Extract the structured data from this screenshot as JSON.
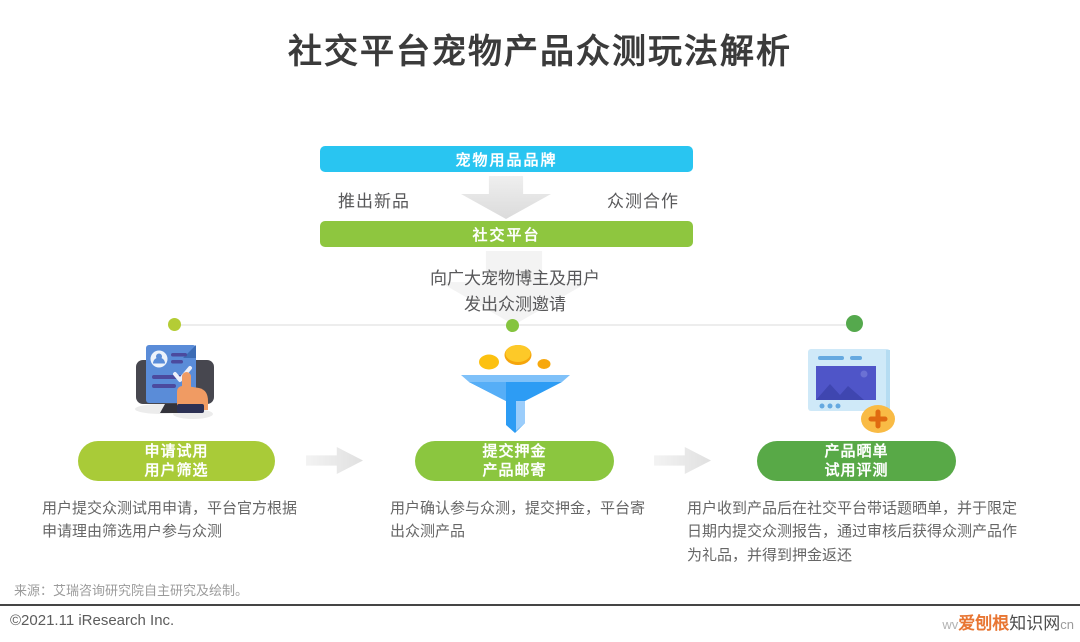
{
  "title": "社交平台宠物产品众测玩法解析",
  "flow": {
    "brand_box": "宠物用品品牌",
    "left_label": "推出新品",
    "right_label": "众测合作",
    "platform_box": "社交平台",
    "invite_text": "向广大宠物博主及用户\n发出众测邀请"
  },
  "steps": [
    {
      "icon": "application-form-click-icon",
      "pill": "申请试用\n用户筛选",
      "description": "用户提交众测试用申请，平台官方根据\n申请理由筛选用户参与众测"
    },
    {
      "icon": "funnel-coins-icon",
      "pill": "提交押金\n产品邮寄",
      "description": "用户确认参与众测，提交押金，平台寄\n出众测产品"
    },
    {
      "icon": "photo-post-add-icon",
      "pill": "产品晒单\n试用评测",
      "description": "用户收到产品后在社交平台带话题晒单，并于限定\n日期内提交众测报告，通过审核后获得众测产品作\n为礼品，并得到押金返还"
    }
  ],
  "source_note": "来源：艾瑞咨询研究院自主研究及绘制。",
  "footer": {
    "copyright": "©2021.11 iResearch Inc.",
    "watermark": {
      "prefix": "wv",
      "orange": "爱刨根",
      "dark": "知识网",
      "suffix": "cn"
    }
  },
  "colors": {
    "brand_cyan": "#29c5f1",
    "platform_green": "#8ec63f",
    "pill_green_1": "#a9cb38",
    "pill_green_2": "#8bc63f",
    "pill_green_3": "#58a947",
    "arrow_gray": "#ececec",
    "title_text": "#3b3b3b",
    "body_text": "#666666",
    "watermark_orange": "#e87633"
  }
}
